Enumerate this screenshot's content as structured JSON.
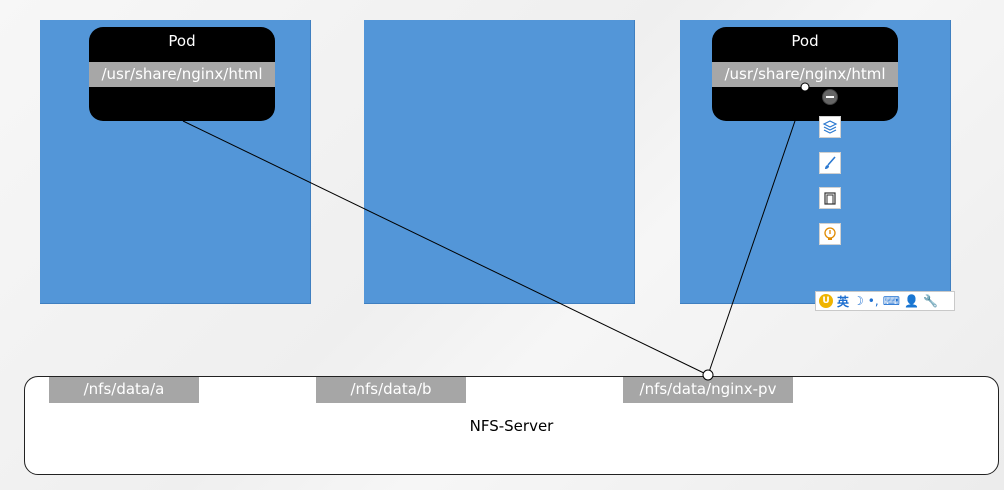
{
  "pods": [
    {
      "title": "Pod",
      "mount_path": "/usr/share/nginx/html"
    },
    {
      "title": "Pod",
      "mount_path": "/usr/share/nginx/html"
    }
  ],
  "server": {
    "label": "NFS-Server",
    "shares": [
      "/nfs/data/a",
      "/nfs/data/b",
      "/nfs/data/nginx-pv"
    ]
  },
  "overlay": {
    "tools": [
      "layers-icon",
      "brush-icon",
      "frame-icon",
      "bulb-icon"
    ],
    "ime": {
      "lang": "英",
      "moon": "☽",
      "punct": "•,",
      "keyboard": "⌨",
      "user": "👤",
      "wrench": "🔧"
    }
  },
  "colors": {
    "node": "#5396d8",
    "pod": "#000000",
    "path_bar": "#a7a7a7"
  }
}
